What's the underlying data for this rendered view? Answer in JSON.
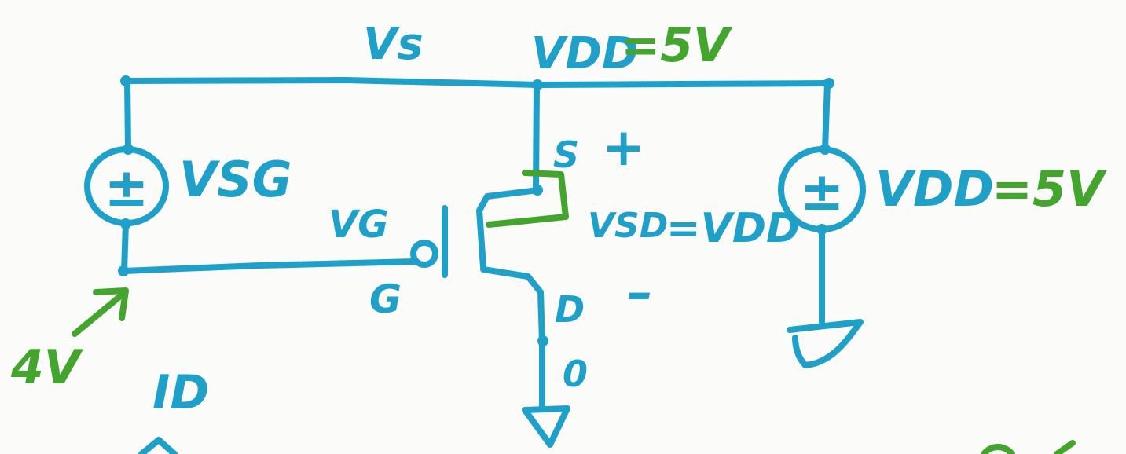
{
  "colors": {
    "circuit": "#1fa0c8",
    "annotation": "#43a52e",
    "paper": "#fbfbfa"
  },
  "labels": {
    "vs": "Vs",
    "vdd_top": "VDD",
    "vdd_top_value": "=5V",
    "source_pin": "S",
    "plus_sign": "+",
    "vsg_label": "VSG",
    "vg_label": "VG",
    "gate_pin": "G",
    "vsd_label": "VSD",
    "vsd_equals": "=VDD",
    "drain_pin": "D",
    "minus_sign": "–",
    "drain_node_value": "0",
    "vdd_right": "VDD",
    "vdd_right_value": "=5V",
    "gate_voltage_value": "4V",
    "drain_current": "ID"
  },
  "sources": {
    "left_symbol": "±",
    "right_symbol": "±"
  }
}
